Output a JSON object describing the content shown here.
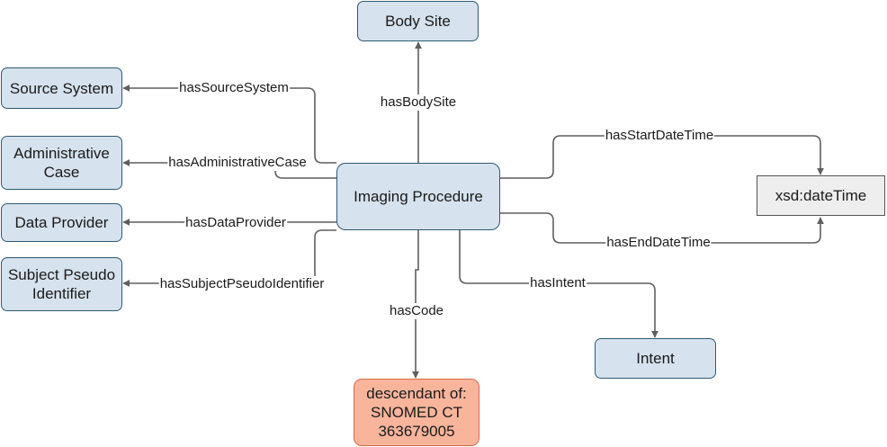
{
  "nodes": {
    "body_site": "Body Site",
    "source_system": "Source System",
    "administrative_case": "Administrative\nCase",
    "data_provider": "Data Provider",
    "subject_pseudo_identifier": "Subject Pseudo\nIdentifier",
    "imaging_procedure": "Imaging Procedure",
    "xsd_datetime": "xsd:dateTime",
    "intent": "Intent",
    "code_constraint": "descendant of:\nSNOMED CT\n363679005"
  },
  "edges": {
    "has_body_site": "hasBodySite",
    "has_source_system": "hasSourceSystem",
    "has_administrative_case": "hasAdministrativeCase",
    "has_data_provider": "hasDataProvider",
    "has_subject_pseudo_identifier": "hasSubjectPseudoIdentifier",
    "has_start_date_time": "hasStartDateTime",
    "has_end_date_time": "hasEndDateTime",
    "has_intent": "hasIntent",
    "has_code": "hasCode"
  },
  "colors": {
    "class_fill": "#d6e2ed",
    "class_stroke": "#2f5a73",
    "literal_fill": "#eeeeee",
    "code_fill": "#f8b59c",
    "code_stroke": "#d86b49",
    "edge": "#5f5f5f"
  }
}
